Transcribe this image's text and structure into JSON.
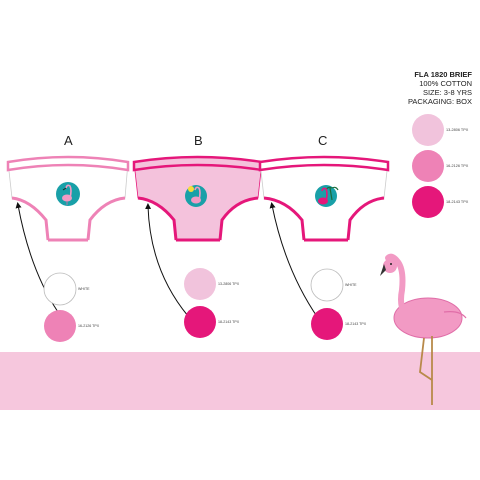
{
  "spec": {
    "title": "FLA 1820 BRIEF",
    "material": "100% COTTON",
    "size": "SIZE: 3-8 YRS",
    "packaging": "PACKAGING: BOX",
    "swatches": [
      {
        "color": "#f1c3dc",
        "label": "13-2806 TPX"
      },
      {
        "color": "#ee82b6",
        "label": "16-2126 TPX"
      },
      {
        "color": "#e5177a",
        "label": "18-2143 TPX"
      }
    ]
  },
  "variants": [
    {
      "letter": "A",
      "body_color": "#ffffff",
      "trim_color": "#ee82b6",
      "swatches": [
        {
          "color": "#ffffff",
          "label": "WHITE"
        },
        {
          "color": "#ee82b6",
          "label": "16-2126 TPX"
        }
      ]
    },
    {
      "letter": "B",
      "body_color": "#f4c2dc",
      "trim_color": "#e5177a",
      "swatches": [
        {
          "color": "#f1c3dc",
          "label": "13-2806 TPX"
        },
        {
          "color": "#e5177a",
          "label": "18-2143 TPX"
        }
      ]
    },
    {
      "letter": "C",
      "body_color": "#ffffff",
      "trim_color": "#e5177a",
      "swatches": [
        {
          "color": "#ffffff",
          "label": "WHITE"
        },
        {
          "color": "#e5177a",
          "label": "18-2143 TPX"
        }
      ]
    }
  ],
  "colors": {
    "band": "#f6c7dd",
    "flamingo": "#f29ac4",
    "flamingo_dark": "#e06ea8"
  },
  "icons": [
    "flamingo-badge-icon",
    "flamingo-illustration"
  ]
}
